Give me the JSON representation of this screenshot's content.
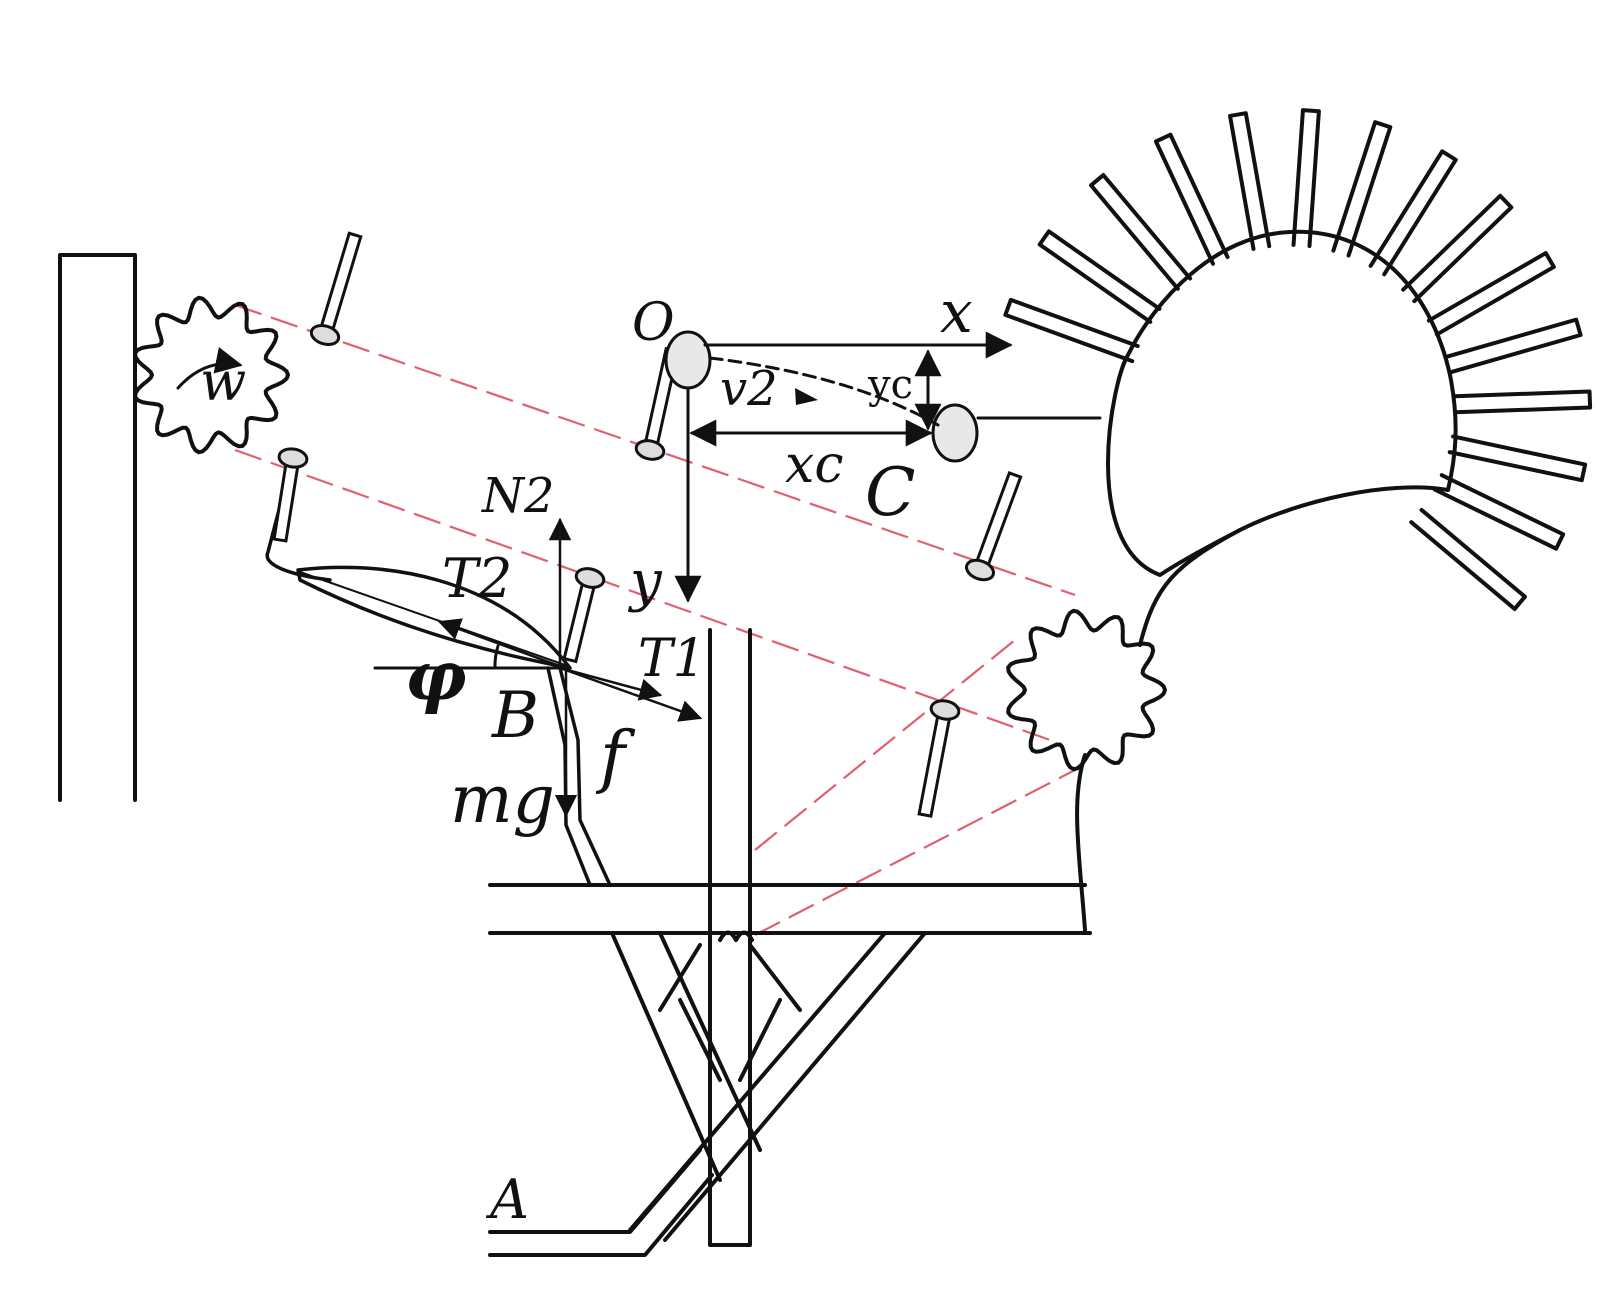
{
  "colors": {
    "ink": "#111111",
    "chain": "#e06070",
    "pin_fill": "#e8e8e8"
  },
  "labels": {
    "o": "O",
    "x": "x",
    "y": "y",
    "yc": "yc",
    "v2": "v2",
    "xc": "xc",
    "c": "C",
    "w": "w",
    "n2": "N2",
    "t2": "T2",
    "t1": "T1",
    "phi": "φ",
    "b": "B",
    "f": "f",
    "mg": "mg",
    "a": "A"
  }
}
